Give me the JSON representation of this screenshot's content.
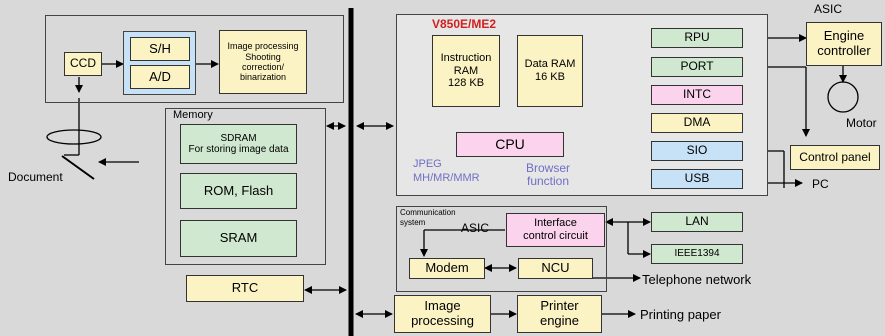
{
  "colors": {
    "background": "#d9d9d9",
    "green_block": "#cfe8cf",
    "yellow_block": "#fbf3c3",
    "pink_block": "#fbd3ec",
    "blue_block": "#c7e2f7",
    "chip_label_red": "#d21f1f",
    "purple_text": "#6f6fc4",
    "line": "#000000"
  },
  "scanner": {
    "ccd": "CCD",
    "sh": "S/H",
    "ad": "A/D",
    "image_processing": "Image processing\nShooting\ncorrection/\nbinarization"
  },
  "memory": {
    "title": "Memory",
    "sdram": "SDRAM\nFor storing image data",
    "rom_flash": "ROM, Flash",
    "sram": "SRAM"
  },
  "rtc": "RTC",
  "document_label": "Document",
  "soc": {
    "chip_name": "V850E/ME2",
    "instruction_ram": "Instruction\nRAM\n128 KB",
    "data_ram": "Data RAM\n16 KB",
    "cpu": "CPU",
    "jpeg_label": "JPEG\nMH/MR/MMR",
    "browser_label": "Browser\nfunction"
  },
  "peripherals": [
    "RPU",
    "PORT",
    "INTC",
    "DMA",
    "SIO",
    "USB"
  ],
  "engine": {
    "asic_label": "ASIC",
    "engine_controller": "Engine\ncontroller",
    "motor": "Motor",
    "control_panel": "Control panel",
    "pc": "PC"
  },
  "comm": {
    "title": "Communication\nsystem",
    "asic_label": "ASIC",
    "interface": "Interface\ncontrol circuit",
    "modem": "Modem",
    "ncu": "NCU",
    "lan": "LAN",
    "ieee": "IEEE1394",
    "telephone": "Telephone network"
  },
  "bottom": {
    "image_processing": "Image\nprocessing",
    "printer_engine": "Printer\nengine",
    "printing_paper": "Printing paper"
  }
}
